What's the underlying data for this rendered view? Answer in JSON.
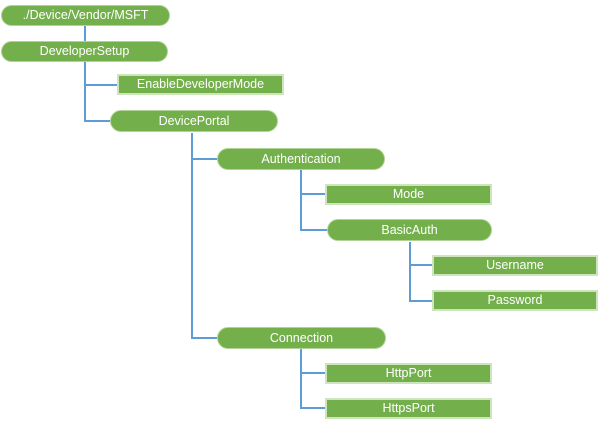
{
  "diagram": {
    "type": "tree",
    "description": "Configuration service provider tree for DeveloperSetup CSP",
    "colors": {
      "node_fill": "#73AF4B",
      "node_text": "#FFFFFF",
      "connector": "#5E9CD6",
      "leaf_border": "#CDE4BC"
    },
    "nodes": [
      {
        "label": "./Device/Vendor/MSFT",
        "shape": "stadium",
        "parent": null
      },
      {
        "label": "DeveloperSetup",
        "shape": "stadium",
        "parent": "./Device/Vendor/MSFT"
      },
      {
        "label": "EnableDeveloperMode",
        "shape": "rectangle",
        "parent": "DeveloperSetup"
      },
      {
        "label": "DevicePortal",
        "shape": "stadium",
        "parent": "DeveloperSetup"
      },
      {
        "label": "Authentication",
        "shape": "stadium",
        "parent": "DevicePortal"
      },
      {
        "label": "Mode",
        "shape": "rectangle",
        "parent": "Authentication"
      },
      {
        "label": "BasicAuth",
        "shape": "stadium",
        "parent": "Authentication"
      },
      {
        "label": "Username",
        "shape": "rectangle",
        "parent": "BasicAuth"
      },
      {
        "label": "Password",
        "shape": "rectangle",
        "parent": "BasicAuth"
      },
      {
        "label": "Connection",
        "shape": "stadium",
        "parent": "DevicePortal"
      },
      {
        "label": "HttpPort",
        "shape": "rectangle",
        "parent": "Connection"
      },
      {
        "label": "HttpsPort",
        "shape": "rectangle",
        "parent": "Connection"
      }
    ]
  }
}
